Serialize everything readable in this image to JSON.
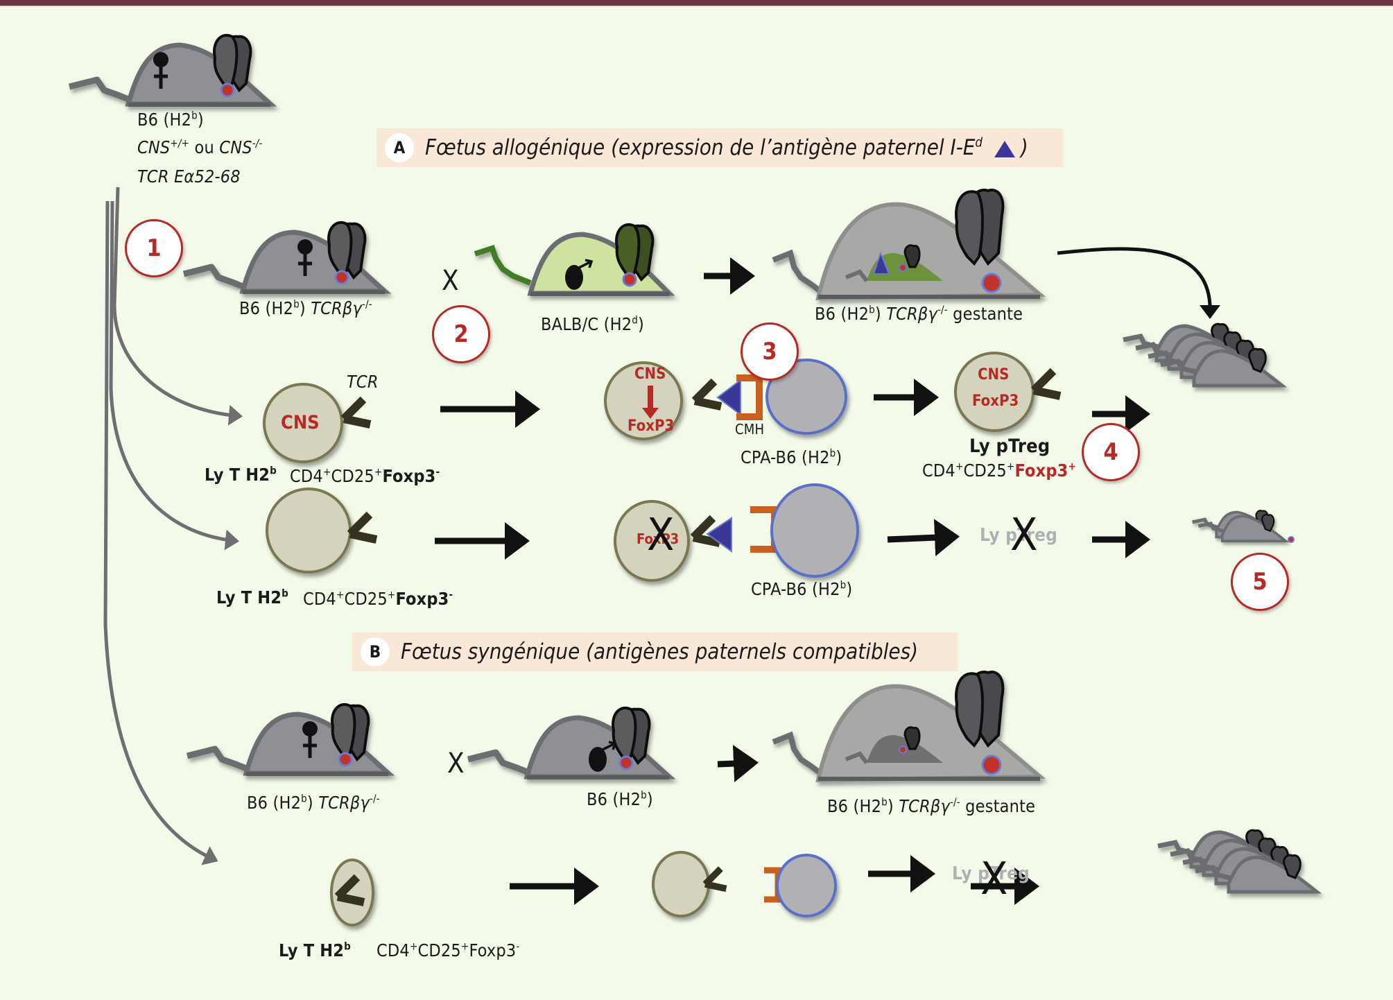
{
  "figure": {
    "top_mouse": {
      "line1": "B6 (H2",
      "line1_sup": "b",
      "line1_end": ")",
      "line2_a": "CNS",
      "line2_a_sup": "+/+",
      "line2_mid": " ou ",
      "line2_b": "CNS",
      "line2_b_sup": "-/-",
      "line3": "TCR Eα52-68"
    },
    "section_a": {
      "badge": "A",
      "title": "Fœtus allogénique (expression de l’antigène paternel I-E",
      "title_sup": "d",
      "title_end": ")"
    },
    "section_b": {
      "badge": "B",
      "title": "Fœtus syngénique (antigènes paternels compatibles)"
    },
    "steps": [
      "1",
      "2",
      "3",
      "4",
      "5"
    ],
    "cross_symbol": "X",
    "row_a_breeding": {
      "female": {
        "strain": "B6 (H2",
        "sup": "b",
        "end": ") ",
        "geno": "TCRβγ",
        "geno_sup": "-/-"
      },
      "male": {
        "strain": "BALB/C (H2",
        "sup": "d",
        "end": ")"
      },
      "pregnant": {
        "strain": "B6 (H2",
        "sup": "b",
        "end": ") ",
        "geno": "TCRβγ",
        "geno_sup": "-/-",
        "suffix": " gestante"
      }
    },
    "row_a_cns": {
      "cell_label": "CNS",
      "tcr_label": "TCR",
      "ly_label": "Ly T H2",
      "ly_sup": "b",
      "phenotype": "CD4",
      "pheno_sup1": "+",
      "pheno_mid": "CD25",
      "pheno_sup2": "+",
      "pheno_end": "Foxp3",
      "pheno_sup3": "-",
      "activated_top": "CNS",
      "activated_bottom": "FoxP3",
      "mhc_label": "CMH",
      "apc_label": "CPA-B6 (H2",
      "apc_sup": "b",
      "apc_end": ")",
      "treg_top": "CNS",
      "treg_bottom": "FoxP3",
      "treg_label": "Ly pTreg",
      "treg_pheno": "CD4",
      "treg_sup1": "+",
      "treg_mid": "CD25",
      "treg_sup2": "+",
      "treg_end": "Foxp3",
      "treg_sup3": "+"
    },
    "row_a_no_cns": {
      "ly_label": "Ly T H2",
      "ly_sup": "b",
      "phenotype": "CD4",
      "pheno_sup1": "+",
      "pheno_mid": "CD25",
      "pheno_sup2": "+",
      "pheno_end": "Foxp3",
      "pheno_sup3": "-",
      "blocked_gene": "FoxP3",
      "apc_label": "CPA-B6 (H2",
      "apc_sup": "b",
      "apc_end": ")",
      "blocked_treg": "Ly pTreg"
    },
    "row_b_breeding": {
      "female": {
        "strain": "B6 (H2",
        "sup": "b",
        "end": ") ",
        "geno": "TCRβγ",
        "geno_sup": "-/-"
      },
      "male": {
        "strain": "B6 (H2",
        "sup": "b",
        "end": ")"
      },
      "pregnant": {
        "strain": "B6 (H2",
        "sup": "b",
        "end": ") ",
        "geno": "TCRβγ",
        "geno_sup": "-/-",
        "suffix": " gestante"
      }
    },
    "row_b_cells": {
      "ly_label": "Ly T H2",
      "ly_sup": "b",
      "phenotype": "CD4",
      "pheno_sup1": "+",
      "pheno_mid": "CD25",
      "pheno_sup2": "+",
      "pheno_end": "Foxp3",
      "pheno_sup3": "-",
      "blocked_treg": "Ly pTreg"
    },
    "colors": {
      "header_bar": "#6e3440",
      "background": "#f3faea",
      "banner": "#f9e8d8",
      "accent_red": "#b52a25",
      "mouse_grey": "#8e8f93",
      "balbc_green": "#cfe3a0",
      "antigen_blue": "#3a3799",
      "mhc_orange": "#c8601f",
      "t_cell": "#d5d3bd",
      "apc_cell": "#b0b0b5"
    }
  }
}
